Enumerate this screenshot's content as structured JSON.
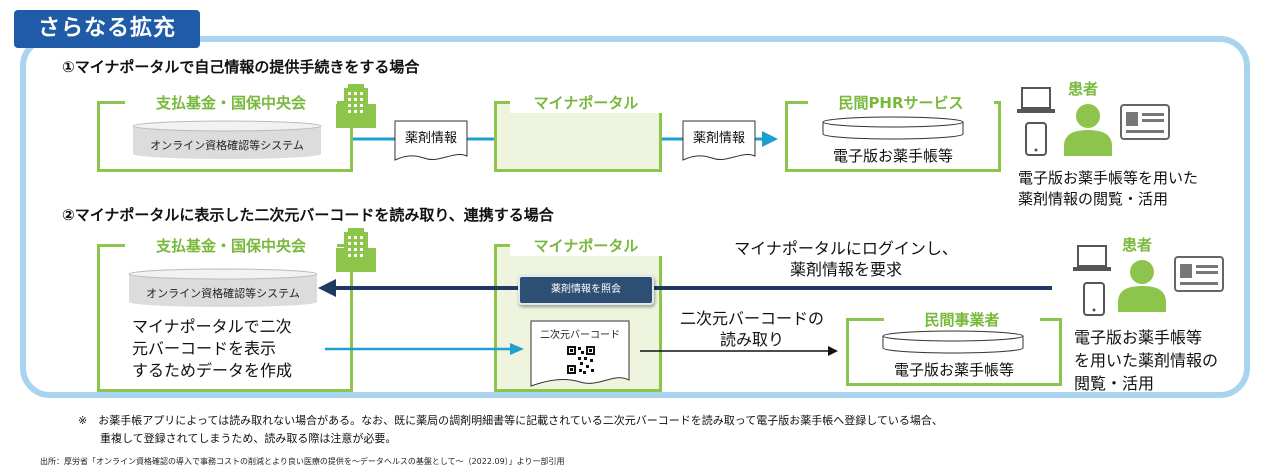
{
  "header": {
    "title": "さらなる拡充"
  },
  "section1": {
    "title": "①マイナポータルで自己情報の提供手続きをする場合",
    "payer_label": "支払基金・国保中央会",
    "system_label": "オンライン資格確認等システム",
    "doc1_label": "薬剤情報",
    "portal_label": "マイナポータル",
    "doc2_label": "薬剤情報",
    "phr_label": "民間PHRサービス",
    "phr_cyl_label": "電子版お薬手帳等",
    "patient_label": "患者",
    "patient_desc_line1": "電子版お薬手帳等を用いた",
    "patient_desc_line2": "薬剤情報の閲覧・活用"
  },
  "section2": {
    "title": "②マイナポータルに表示した二次元バーコードを読み取り、連携する場合",
    "payer_label": "支払基金・国保中央会",
    "system_label": "オンライン資格確認等システム",
    "create_line1": "マイナポータルで二次",
    "create_line2": "元バーコードを表示",
    "create_line3": "するためデータを作成",
    "portal_label": "マイナポータル",
    "query_button": "薬剤情報を照会",
    "barcode_doc_label": "二次元バーコード",
    "login_line1": "マイナポータルにログインし、",
    "login_line2": "薬剤情報を要求",
    "read_line1": "二次元バーコードの",
    "read_line2": "読み取り",
    "vendor_label": "民間事業者",
    "vendor_cyl_label": "電子版お薬手帳等",
    "patient_label": "患者",
    "patient_desc_line1": "電子版お薬手帳等",
    "patient_desc_line2": "を用いた薬剤情報の",
    "patient_desc_line3": "閲覧・活用"
  },
  "footer": {
    "note_line1": "※　お薬手帳アプリによっては読み取れない場合がある。なお、既に薬局の調剤明細書等に記載されている二次元バーコードを読み取って電子版お薬手帳へ登録している場合、",
    "note_line2": "　　重複して登録されてしまうため、読み取る際は注意が必要。",
    "source": "出所：厚労省「オンライン資格確認の導入で事務コストの削減とより良い医療の提供を～データヘルスの基盤として～（2022.09）」より一部引用"
  },
  "colors": {
    "accent_green": "#8cc44c",
    "header_blue": "#1f5ba6",
    "outline_blue": "#a9d4ef",
    "arrow_cyan": "#1f9fd0",
    "arrow_navy": "#1e3a64",
    "query_button_bg": "#2d4f74"
  }
}
